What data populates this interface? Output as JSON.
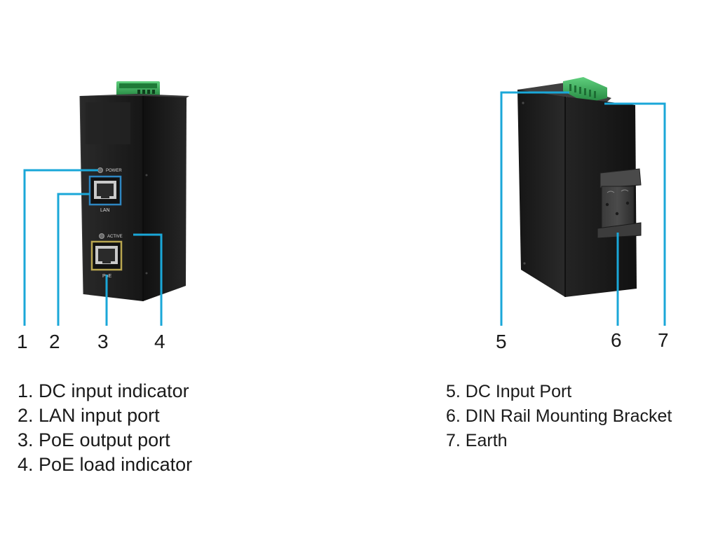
{
  "front_device": {
    "power_label": "POWER",
    "lan_label": "LAN",
    "active_label": "ACTIVE",
    "poe_label": "PoE"
  },
  "callouts": [
    "1",
    "2",
    "3",
    "4",
    "5",
    "6",
    "7"
  ],
  "legend_left": [
    "1. DC input indicator",
    "2. LAN input port",
    "3. PoE output port",
    "4. PoE load indicator"
  ],
  "legend_right": [
    "5. DC Input Port",
    "6. DIN Rail Mounting Bracket",
    "7. Earth"
  ],
  "colors": {
    "callout_line": "#1aa7d8",
    "device_body": "#1e1e1e",
    "terminal_green": "#2f9a4e",
    "lan_port_frame": "#2e86c1",
    "poe_port_frame": "#b9a650"
  }
}
